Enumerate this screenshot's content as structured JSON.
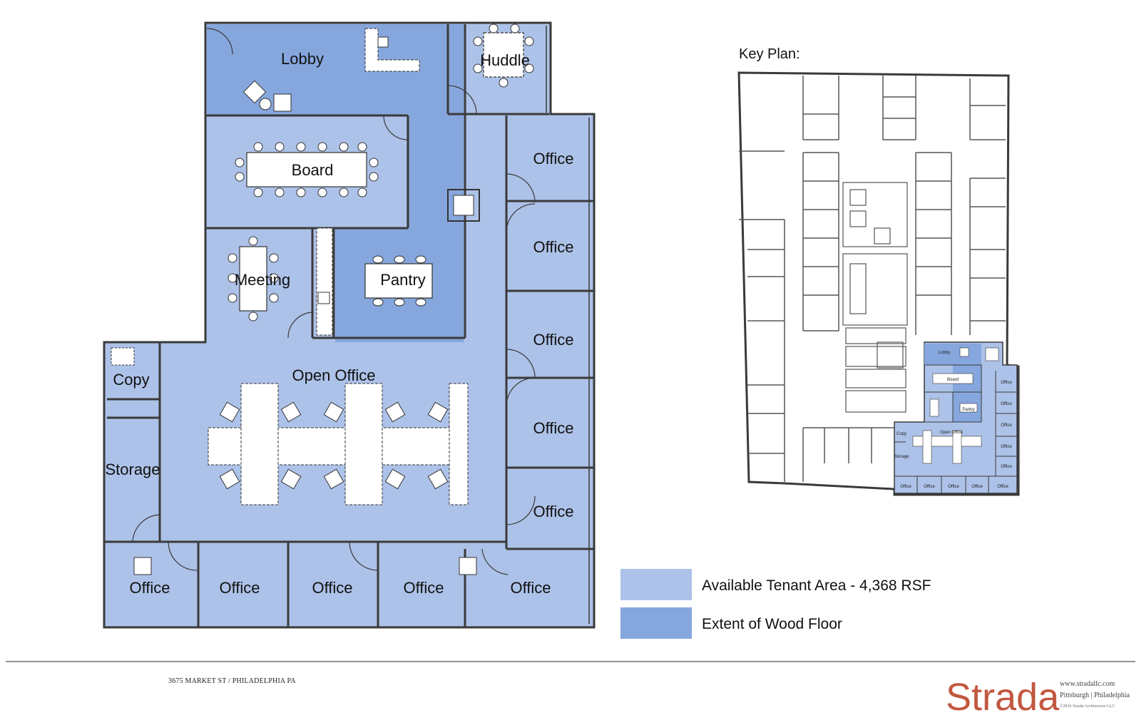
{
  "colors": {
    "available": "#adc2e8",
    "wood": "#86a7dd",
    "wall": "#3a3a3a",
    "furniture": "#ffffff",
    "brand": "#c2573f"
  },
  "rooms": {
    "lobby": "Lobby",
    "huddle": "Huddle",
    "board": "Board",
    "meeting": "Meeting",
    "pantry": "Pantry",
    "open_office": "Open Office",
    "copy": "Copy",
    "storage": "Storage",
    "office": "Office"
  },
  "key_plan": {
    "title": "Key Plan:",
    "lobby": "Lobby",
    "board": "Board",
    "pantry": "Pantry",
    "open_office": "Open Office",
    "copy": "Copy",
    "storage": "Storage",
    "office": "Office"
  },
  "legend": [
    {
      "label": "Available Tenant Area - 4,368 RSF",
      "color": "#adc2e8"
    },
    {
      "label": "Extent of Wood Floor",
      "color": "#86a7dd"
    }
  ],
  "footer": {
    "address": "3675 MARKET ST / PHILADELPHIA PA",
    "brand": "Strada",
    "website": "www.stradallc.com",
    "cities": "Pittsburgh | Philadelphia",
    "copyright": "©2016 Strada Architecture LLC"
  }
}
